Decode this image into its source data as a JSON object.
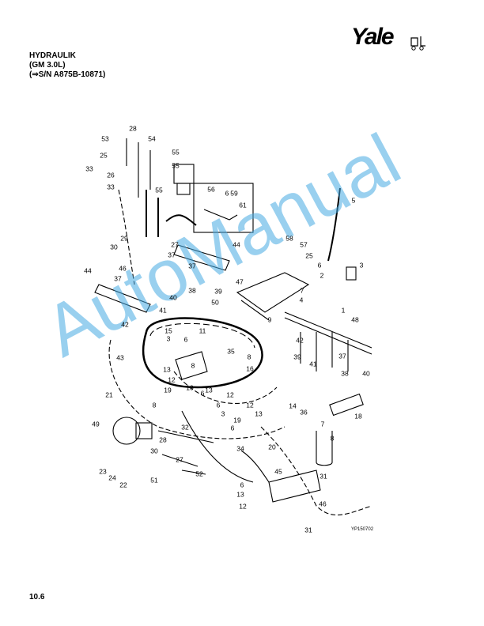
{
  "header": {
    "title": "HYDRAULIK",
    "engine": "(GM 3.0L)",
    "serial": "(⇒S/N A875B-10871)"
  },
  "logo": {
    "text": "Yale",
    "icon": "forklift-icon"
  },
  "watermark": "AutoManual",
  "diagram": {
    "code": "YP150702",
    "callouts": [
      "28",
      "53",
      "54",
      "25",
      "55",
      "55",
      "33",
      "26",
      "33",
      "55",
      "56",
      "6",
      "59",
      "5",
      "61",
      "58",
      "57",
      "29",
      "44",
      "30",
      "27",
      "37",
      "25",
      "3",
      "46",
      "37",
      "6",
      "2",
      "44",
      "37",
      "47",
      "7",
      "4",
      "38",
      "39",
      "40",
      "1",
      "50",
      "41",
      "42",
      "48",
      "15",
      "9",
      "11",
      "3",
      "6",
      "35",
      "42",
      "39",
      "41",
      "8",
      "37",
      "43",
      "38",
      "40",
      "8",
      "16",
      "13",
      "12",
      "10",
      "19",
      "6",
      "13",
      "12",
      "21",
      "8",
      "14",
      "36",
      "12",
      "13",
      "6",
      "3",
      "19",
      "6",
      "18",
      "49",
      "32",
      "7",
      "8",
      "20",
      "28",
      "34",
      "30",
      "27",
      "23",
      "24",
      "22",
      "45",
      "31",
      "51",
      "52",
      "6",
      "13",
      "12",
      "46",
      "31"
    ]
  },
  "footer": {
    "page": "10.6"
  }
}
